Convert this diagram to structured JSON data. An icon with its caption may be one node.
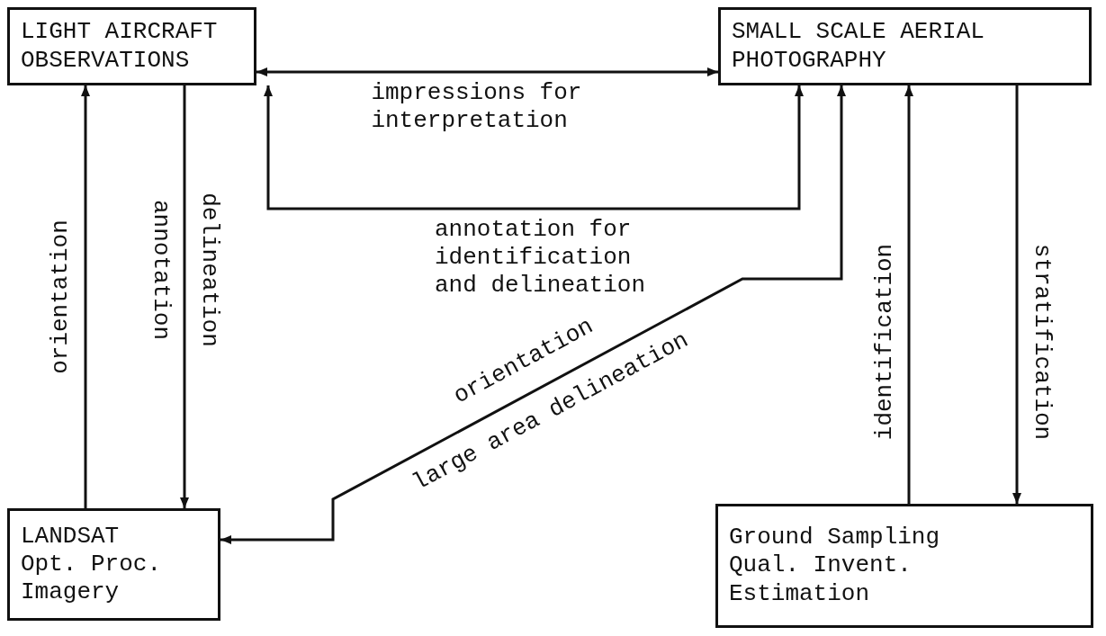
{
  "diagram": {
    "nodes": [
      {
        "text": [
          "LIGHT AIRCRAFT OBSERVATIONS"
        ]
      },
      {
        "text": [
          "SMALL SCALE AERIAL PHOTOGRAPHY"
        ]
      },
      {
        "text": [
          "LANDSAT",
          "Opt. Proc. Imagery"
        ]
      },
      {
        "text": [
          "Ground Sampling",
          "Qual. Invent. Estimation"
        ]
      }
    ],
    "edges": [
      {
        "from": 0,
        "to": 1,
        "arrow": "both",
        "label": "impressions for interpretation"
      },
      {
        "from": 0,
        "to": 1,
        "arrow": "both",
        "label": "annotation for identification and delineation"
      },
      {
        "from": 2,
        "to": 0,
        "arrow": "to",
        "label": "orientation"
      },
      {
        "from": 0,
        "to": 2,
        "arrow": "to",
        "label": "annotation"
      },
      {
        "from": 1,
        "to": 2,
        "arrow": "both",
        "label": "orientation"
      },
      {
        "from": 3,
        "to": 1,
        "arrow": "to",
        "label": "identification"
      },
      {
        "from": 1,
        "to": 3,
        "arrow": "to",
        "label": "stratification"
      }
    ],
    "labels": [
      "delineation",
      "large area delineation"
    ]
  }
}
